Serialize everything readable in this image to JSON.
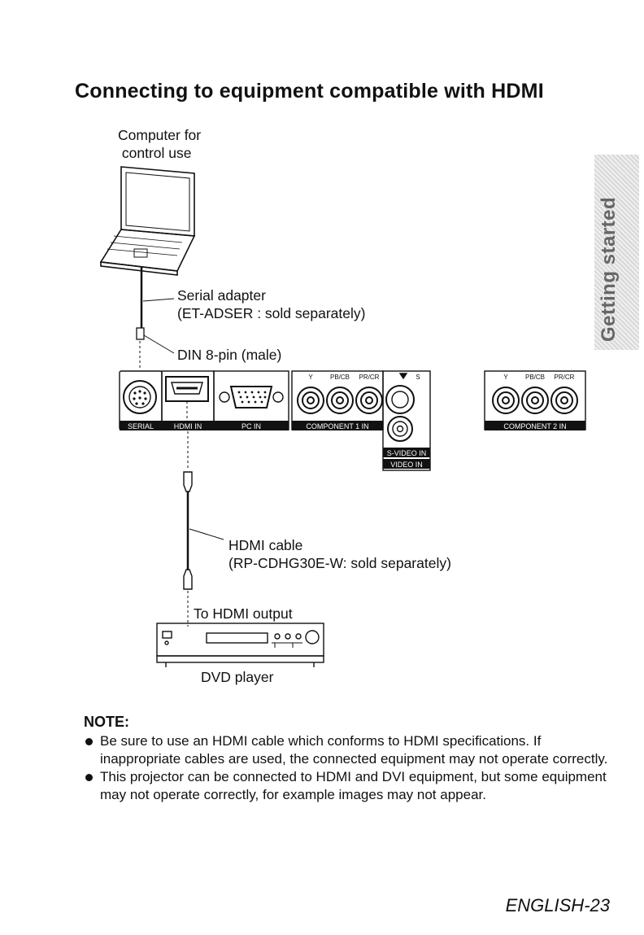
{
  "page": {
    "title": "Connecting to equipment compatible with HDMI",
    "side_tab": "Getting started",
    "footer": "ENGLISH-23"
  },
  "diagram": {
    "computer_label": "Computer for\n control use",
    "serial_adapter_label": "Serial adapter\n(ET-ADSER : sold separately)",
    "din_label": "DIN 8-pin (male)",
    "hdmi_cable_label": "HDMI cable\n(RP-CDHG30E-W: sold separately)",
    "to_hdmi_output_label": "To HDMI output",
    "dvd_label": "DVD player",
    "panel": {
      "serial": "SERIAL",
      "hdmi_in": "HDMI IN",
      "pc_in": "PC IN",
      "component1": "COMPONENT 1 IN",
      "svideo": "S-VIDEO IN",
      "video": "VIDEO IN",
      "component2": "COMPONENT 2 IN",
      "y": "Y",
      "pb": "PB/CB",
      "pr": "PR/CR",
      "s": "S"
    }
  },
  "notes": {
    "heading": "NOTE:",
    "items": [
      "Be sure to use an HDMI cable which conforms to HDMI specifications. If inappropriate cables are used, the connected equipment may not operate correctly.",
      "This projector can be connected to HDMI and DVI equipment, but some equipment may not operate correctly, for example images may not appear."
    ]
  }
}
